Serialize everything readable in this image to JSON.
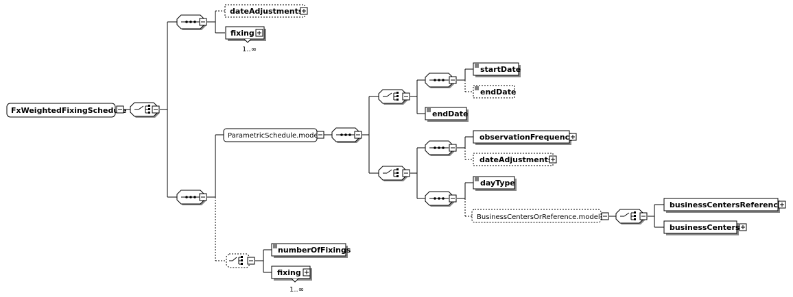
{
  "root": {
    "label": "FxWeightedFixingSchedule"
  },
  "top_sequence": {
    "date_adjustments": "dateAdjustments",
    "fixing": "fixing",
    "fixing_cardinality": "1..∞"
  },
  "parametric": {
    "group_label": "ParametricSchedule.model",
    "start_date": "startDate",
    "end_date_optional": "endDate",
    "end_date": "endDate",
    "observation_frequency": "observationFrequency",
    "date_adjustments": "dateAdjustments",
    "day_type": "dayType",
    "business_centers_group": "BusinessCentersOrReference.model",
    "business_centers_reference": "businessCentersReference",
    "business_centers": "businessCenters"
  },
  "fixings_choice": {
    "number_of_fixings": "numberOfFixings",
    "fixing": "fixing",
    "fixing_cardinality": "1..∞"
  }
}
